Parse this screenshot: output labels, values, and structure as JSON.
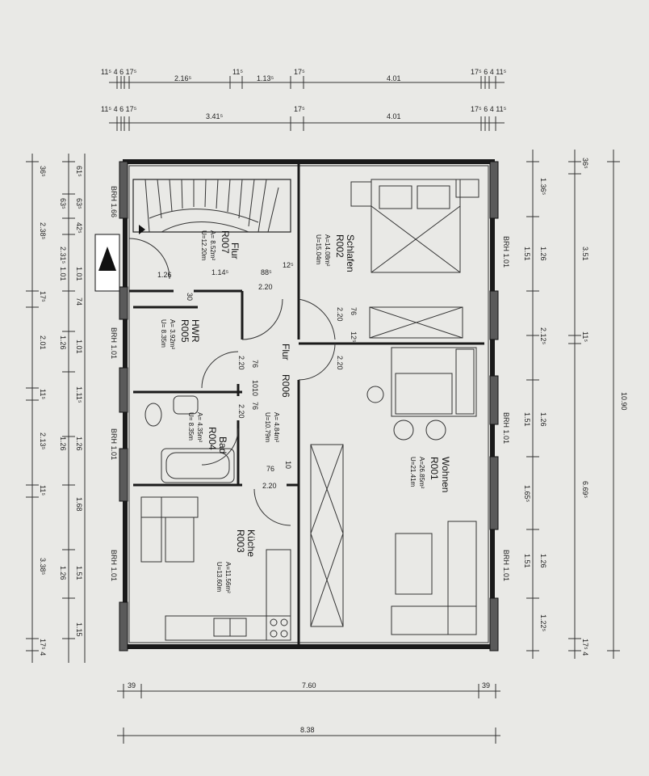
{
  "plan": {
    "top_dims_1": [
      "11⁵ 4 6 17⁵",
      "2.16⁵",
      "11⁵",
      "1.13⁵",
      "17⁵",
      "4.01",
      "17⁵ 6 4 11⁵"
    ],
    "top_dims_2": [
      "11⁵ 4 6 17⁵",
      "3.41⁵",
      "17⁵",
      "4.01",
      "17⁵ 6 4 11⁵"
    ],
    "bottom_dims_1": [
      "39",
      "7.60",
      "39"
    ],
    "bottom_dims_2": [
      "8.38"
    ],
    "left_outer_dims": [
      "36⁵",
      "2.38⁵",
      "17⁵",
      "2.01",
      "11⁵",
      "2.13⁵",
      "11⁵",
      "3.38⁵",
      "17⁵ 4"
    ],
    "left_mid_dims": [
      "61⁵",
      "63⁵",
      "42⁵",
      "2.31⁵",
      "1.01",
      "1.26",
      "1.01",
      "1.11⁵",
      "1.26",
      "1.68",
      "1.26",
      "1.51",
      "1.15"
    ],
    "left_inner_dims": [
      "63⁵",
      "74",
      "1.01",
      "1.26"
    ],
    "right_dims_1": [
      "1.36⁵",
      "1.26",
      "1.51",
      "2.12⁵",
      "1.26",
      "1.51",
      "1.65⁵",
      "1.51",
      "1.26",
      "1.22⁵"
    ],
    "right_dims_2": [
      "36⁵",
      "3.51",
      "11⁵",
      "6.69⁵",
      "17⁵ 4"
    ],
    "right_dims_3": [
      "10.90"
    ],
    "brh_labels": [
      "BRH 1.66",
      "BRH 1.01",
      "BRH 1.01",
      "BRH 1.01",
      "BRH 1.01",
      "BRH 1.01",
      "BRH 1.01"
    ],
    "rooms": [
      {
        "name": "Schlafen",
        "id": "R002",
        "area": "A=14.08m²",
        "perimeter": "U=15.04m"
      },
      {
        "name": "Flur",
        "id": "R007",
        "area": "A= 8.52m²",
        "perimeter": "U=12.20m"
      },
      {
        "name": "HWR",
        "id": "R005",
        "area": "A= 3.92m²",
        "perimeter": "U= 8.35m"
      },
      {
        "name": "Flur",
        "id": "R006",
        "area": "A= 4.84m²",
        "perimeter": "U=10.79m"
      },
      {
        "name": "Bad",
        "id": "R004",
        "area": "A= 4.35m²",
        "perimeter": "U= 8.35m"
      },
      {
        "name": "Wohnen",
        "id": "R001",
        "area": "A=26.85m²",
        "perimeter": "U=21.41m"
      },
      {
        "name": "Küche",
        "id": "R003",
        "area": "A=11.56m²",
        "perimeter": "U=13.60m"
      }
    ],
    "door_labels": [
      "1.26",
      "1.14⁵",
      "88⁵",
      "2.20",
      "12⁵",
      "30",
      "76",
      "2.20",
      "12⁵",
      "2.20",
      "76",
      "2.20",
      "1010",
      "76",
      "2.20",
      "76",
      "10",
      "2.20"
    ]
  }
}
